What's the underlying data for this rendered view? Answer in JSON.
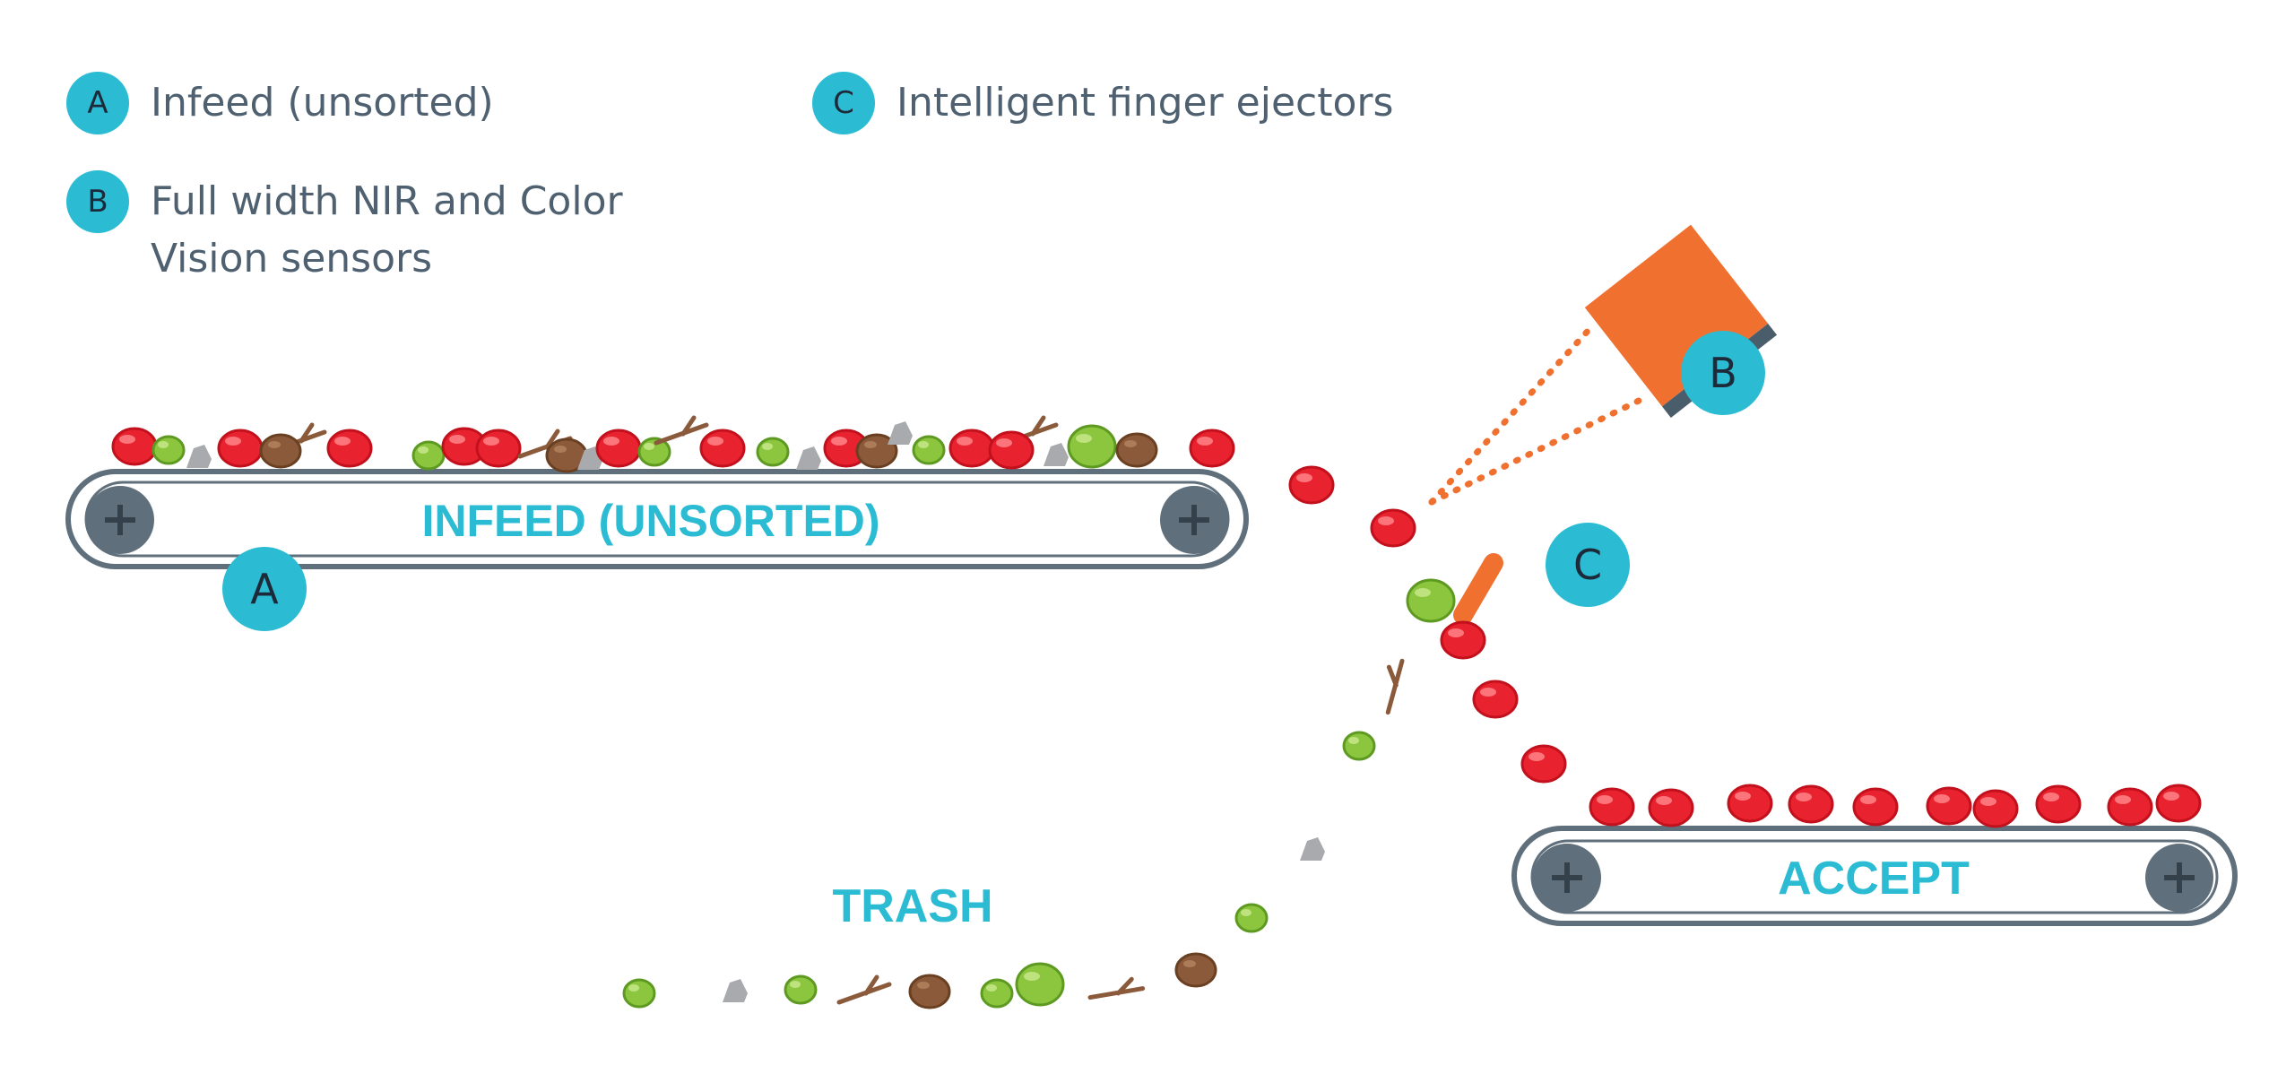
{
  "legend": {
    "items": [
      {
        "badge": "A",
        "line1": "Infeed (unsorted)",
        "line2": ""
      },
      {
        "badge": "B",
        "line1": "Full width NIR and Color",
        "line2": "Vision sensors"
      },
      {
        "badge": "C",
        "line1": "Intelligent finger ejectors",
        "line2": ""
      }
    ]
  },
  "diagram": {
    "infeed_label": "INFEED (UNSORTED)",
    "accept_label": "ACCEPT",
    "trash_label": "TRASH",
    "marker_a": "A",
    "marker_b": "B",
    "marker_c": "C"
  },
  "colors": {
    "accent": "#2bbcd4",
    "belt": "#5f6f7b",
    "sensor": "#f07030",
    "red_fruit": "#e8232f",
    "green_fruit": "#8cc63f",
    "brown_item": "#8a5a3a",
    "stone": "#a8aaad"
  }
}
